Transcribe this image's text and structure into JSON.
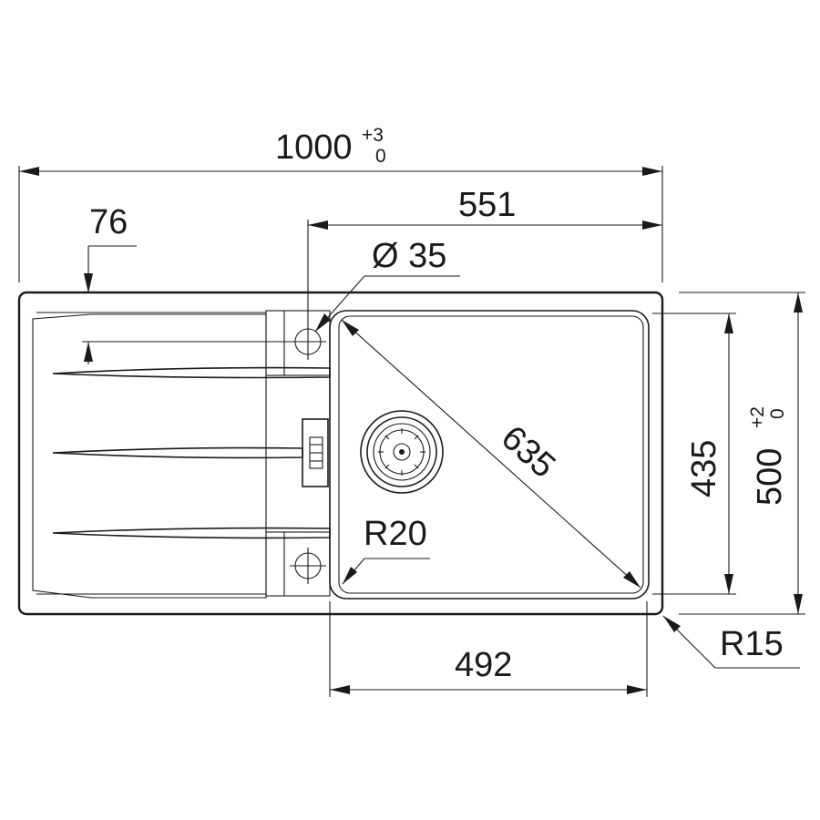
{
  "dimensions": {
    "total_width": {
      "value": "1000",
      "tol_upper": "+3",
      "tol_lower": "0"
    },
    "bowl_to_edge": {
      "value": "551"
    },
    "hole_offset": {
      "value": "76"
    },
    "hole_diameter": {
      "value": "Ø 35"
    },
    "bowl_diagonal": {
      "value": "635"
    },
    "bowl_inner_radius": {
      "value": "R20"
    },
    "bowl_width": {
      "value": "492"
    },
    "bowl_depth": {
      "value": "435"
    },
    "total_depth": {
      "value": "500",
      "tol_upper": "+2",
      "tol_lower": "0"
    },
    "corner_radius": {
      "value": "R15"
    }
  },
  "colors": {
    "line": "#1a1a1a",
    "background": "#ffffff"
  }
}
